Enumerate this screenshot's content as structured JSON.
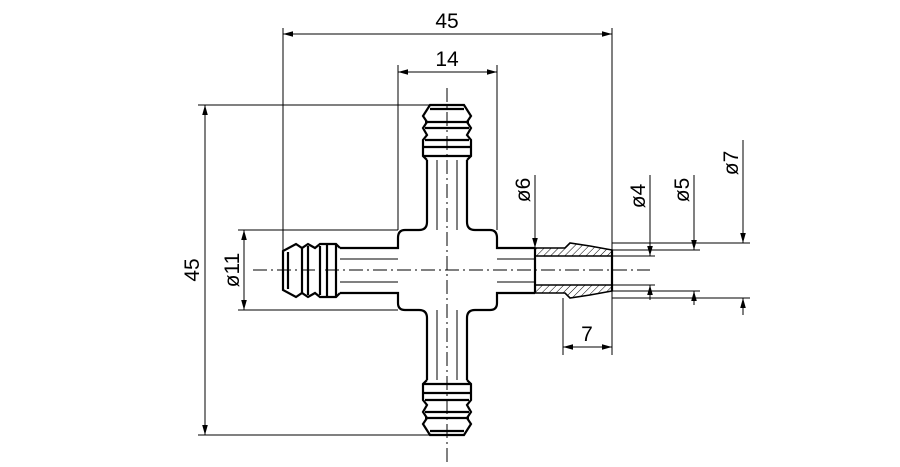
{
  "dimensions": {
    "overall_width": "45",
    "top_width": "14",
    "overall_height": "45",
    "left_diameter": "ø11",
    "right_diameter_6": "ø6",
    "right_diameter_4": "ø4",
    "right_diameter_5": "ø5",
    "right_diameter_7": "ø7",
    "right_length": "7"
  }
}
